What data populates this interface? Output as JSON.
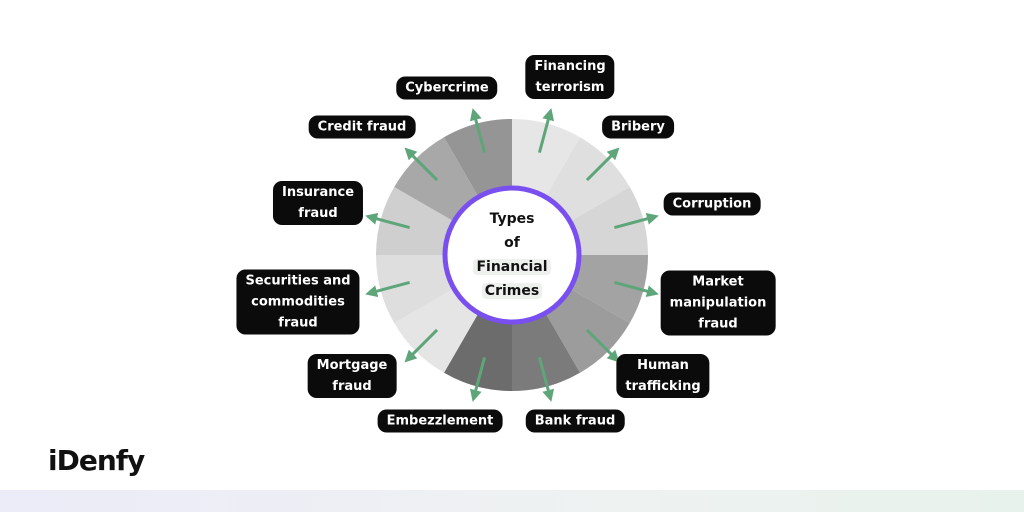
{
  "center": {
    "line1": "Types",
    "line2": "of",
    "line3": "Financial",
    "line4": "Crimes"
  },
  "segments": [
    {
      "label": "Financing terrorism",
      "lines": [
        "Financing",
        "terrorism"
      ],
      "shade": "#e7e6e6"
    },
    {
      "label": "Bribery",
      "lines": [
        "Bribery"
      ],
      "shade": "#e0dfdf"
    },
    {
      "label": "Corruption",
      "lines": [
        "Corruption"
      ],
      "shade": "#d6d6d6"
    },
    {
      "label": "Market manipulation fraud",
      "lines": [
        "Market",
        "manipulation",
        "fraud"
      ],
      "shade": "#a3a3a3"
    },
    {
      "label": "Human trafficking",
      "lines": [
        "Human",
        "trafficking"
      ],
      "shade": "#9c9c9c"
    },
    {
      "label": "Bank fraud",
      "lines": [
        "Bank fraud"
      ],
      "shade": "#7b7b7b"
    },
    {
      "label": "Embezzlement",
      "lines": [
        "Embezzlement"
      ],
      "shade": "#6c6c6c"
    },
    {
      "label": "Mortgage fraud",
      "lines": [
        "Mortgage",
        "fraud"
      ],
      "shade": "#e6e5e5"
    },
    {
      "label": "Securities and commodities fraud",
      "lines": [
        "Securities and",
        "commodities",
        "fraud"
      ],
      "shade": "#dedede"
    },
    {
      "label": "Insurance fraud",
      "lines": [
        "Insurance",
        "fraud"
      ],
      "shade": "#cfcfcf"
    },
    {
      "label": "Credit fraud",
      "lines": [
        "Credit fraud"
      ],
      "shade": "#a8a8a8"
    },
    {
      "label": "Cybercrime",
      "lines": [
        "Cybercrime"
      ],
      "shade": "#959595"
    }
  ],
  "colors": {
    "ring": "#7a4ff0",
    "arrow": "#5fa57a",
    "label_bg": "#0b0b0b"
  },
  "logo": "iDenfy"
}
